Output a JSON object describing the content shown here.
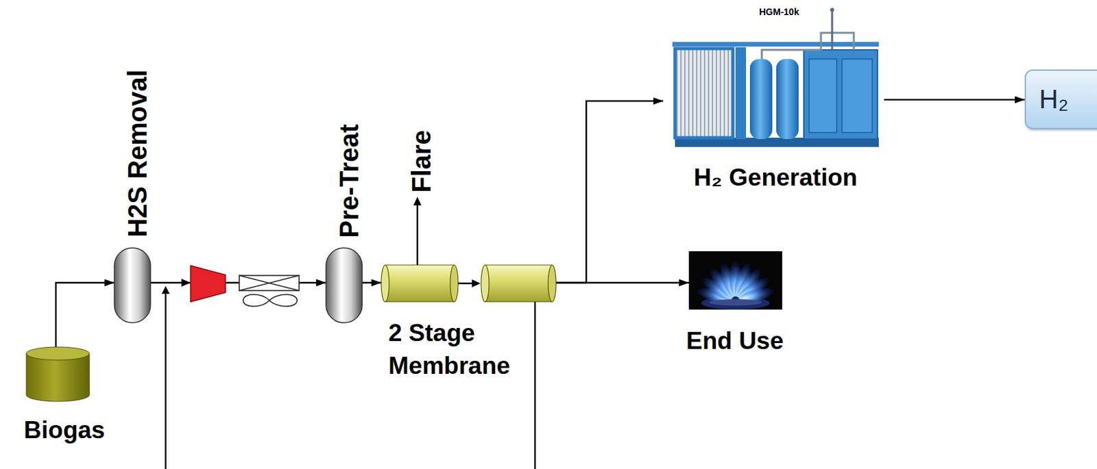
{
  "diagram": {
    "nodes": [
      {
        "text": [
          "Biogas"
        ]
      },
      {
        "text": [
          "H2S Removal"
        ]
      },
      {
        "text": [
          "Pre-Treat"
        ]
      },
      {
        "text": [
          "2 Stage Membrane"
        ]
      },
      {
        "text": [
          "HGM-10k",
          "H₂ Generation"
        ]
      },
      {
        "text": [
          "H₂"
        ]
      },
      {
        "text": [
          "End Use"
        ]
      }
    ],
    "edges": [
      {
        "from": 0,
        "to": 1,
        "arrow": "to"
      },
      {
        "from": 1,
        "to": 2,
        "arrow": "to"
      },
      {
        "from": 2,
        "to": 3,
        "arrow": "to"
      },
      {
        "from": 3,
        "to": 4,
        "arrow": "to"
      },
      {
        "from": 4,
        "to": 5,
        "arrow": "to"
      },
      {
        "from": 3,
        "to": 6,
        "arrow": "to"
      }
    ],
    "labels": [
      "Flare"
    ]
  }
}
